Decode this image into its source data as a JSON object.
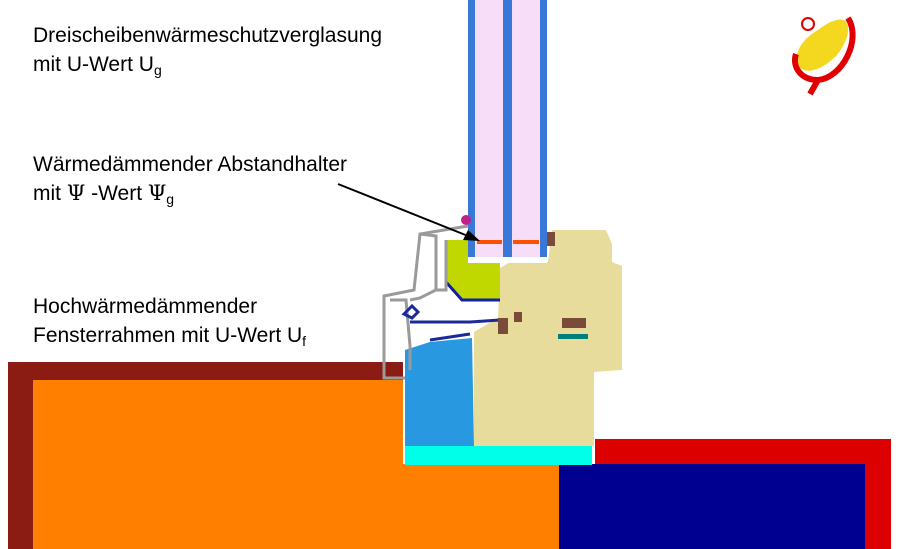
{
  "labels": {
    "glazing": {
      "line1": "Dreischeibenwärmeschutzverglasung",
      "line2": "mit U-Wert U",
      "line2_sub": "g"
    },
    "spacer": {
      "line1": "Wärmedämmender Abstandhalter",
      "line2_prefix": "mit ",
      "psi_symbol": "Ψ",
      "line2_middle": " -Wert ",
      "psi_symbol2": "Ψ",
      "line2_sub": "g"
    },
    "frame": {
      "line1": "Hochwärmedämmender",
      "line2": "Fensterrahmen mit U-Wert U",
      "line2_sub": "f"
    }
  },
  "colors": {
    "wall_outer_left": "#8b1c14",
    "wall_insulation_left": "#ff8000",
    "wall_outer_right": "#dd0000",
    "wall_core_right": "#000090",
    "glass_pane": "#3a78d8",
    "glass_gap": "#f8ddf8",
    "frame_core": "#e8dc9c",
    "frame_insulation_blue": "#2898e0",
    "sill_cyan": "#00ffe8",
    "green_insert": "#c0d800",
    "spacer_orange": "#ff5000",
    "profile_gray": "#9a9a9a",
    "gasket_brown": "#7a4a3a",
    "logo_yellow": "#f4d820",
    "logo_red": "#e00000"
  },
  "icons": {
    "logo": "passive-house-psi-logo-icon",
    "arrow": "pointer-arrow-icon"
  }
}
